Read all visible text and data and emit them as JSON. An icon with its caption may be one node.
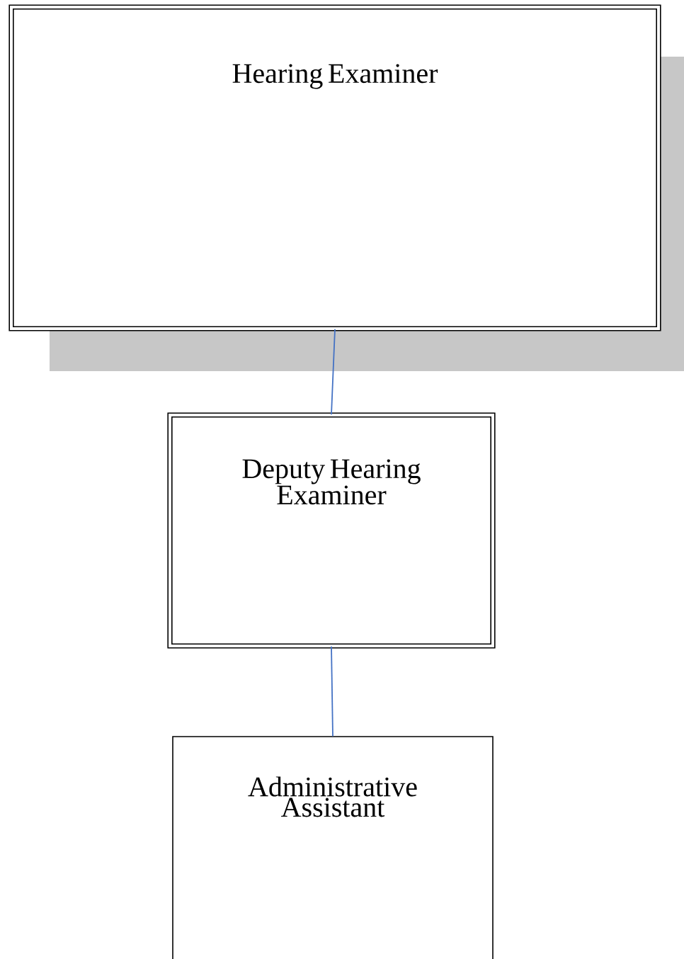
{
  "diagram": {
    "nodes": [
      {
        "text": [
          "Hearing Examiner"
        ]
      },
      {
        "text": [
          "Deputy Hearing Examiner"
        ]
      },
      {
        "text": [
          "Administrative Assistant"
        ]
      }
    ],
    "edges": [
      {
        "from": 0,
        "to": 1,
        "arrow": "none"
      },
      {
        "from": 1,
        "to": 2,
        "arrow": "none"
      }
    ]
  }
}
